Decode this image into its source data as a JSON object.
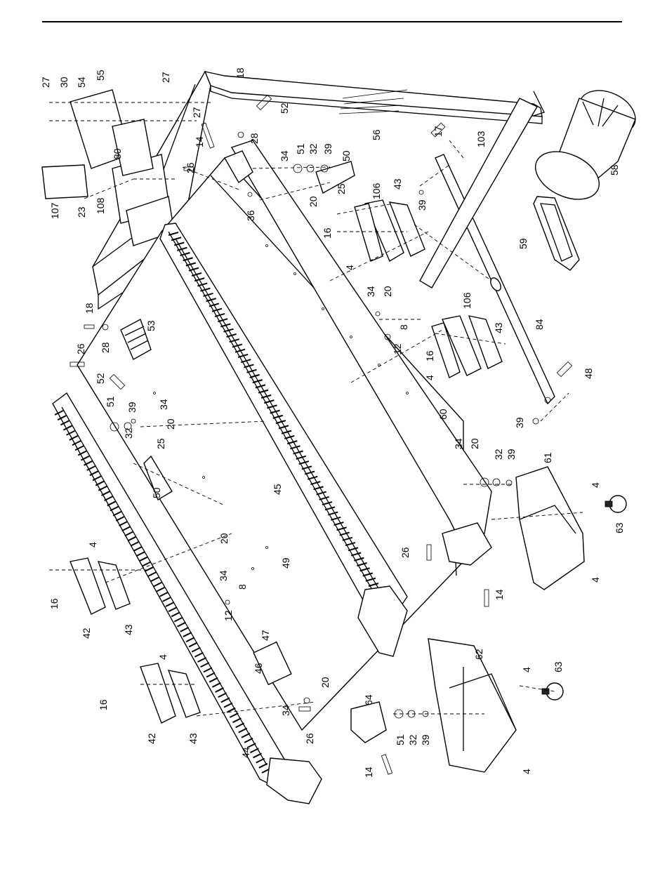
{
  "diagram": {
    "part_numbers": [
      "4",
      "8",
      "12",
      "14",
      "16",
      "17",
      "18",
      "20",
      "23",
      "25",
      "26",
      "27",
      "28",
      "30",
      "32",
      "34",
      "36",
      "39",
      "42",
      "43",
      "44",
      "45",
      "46",
      "47",
      "48",
      "49",
      "50",
      "51",
      "52",
      "53",
      "54",
      "55",
      "56",
      "58",
      "59",
      "60",
      "61",
      "62",
      "63",
      "64",
      "80",
      "84",
      "103",
      "106",
      "107",
      "108"
    ]
  }
}
